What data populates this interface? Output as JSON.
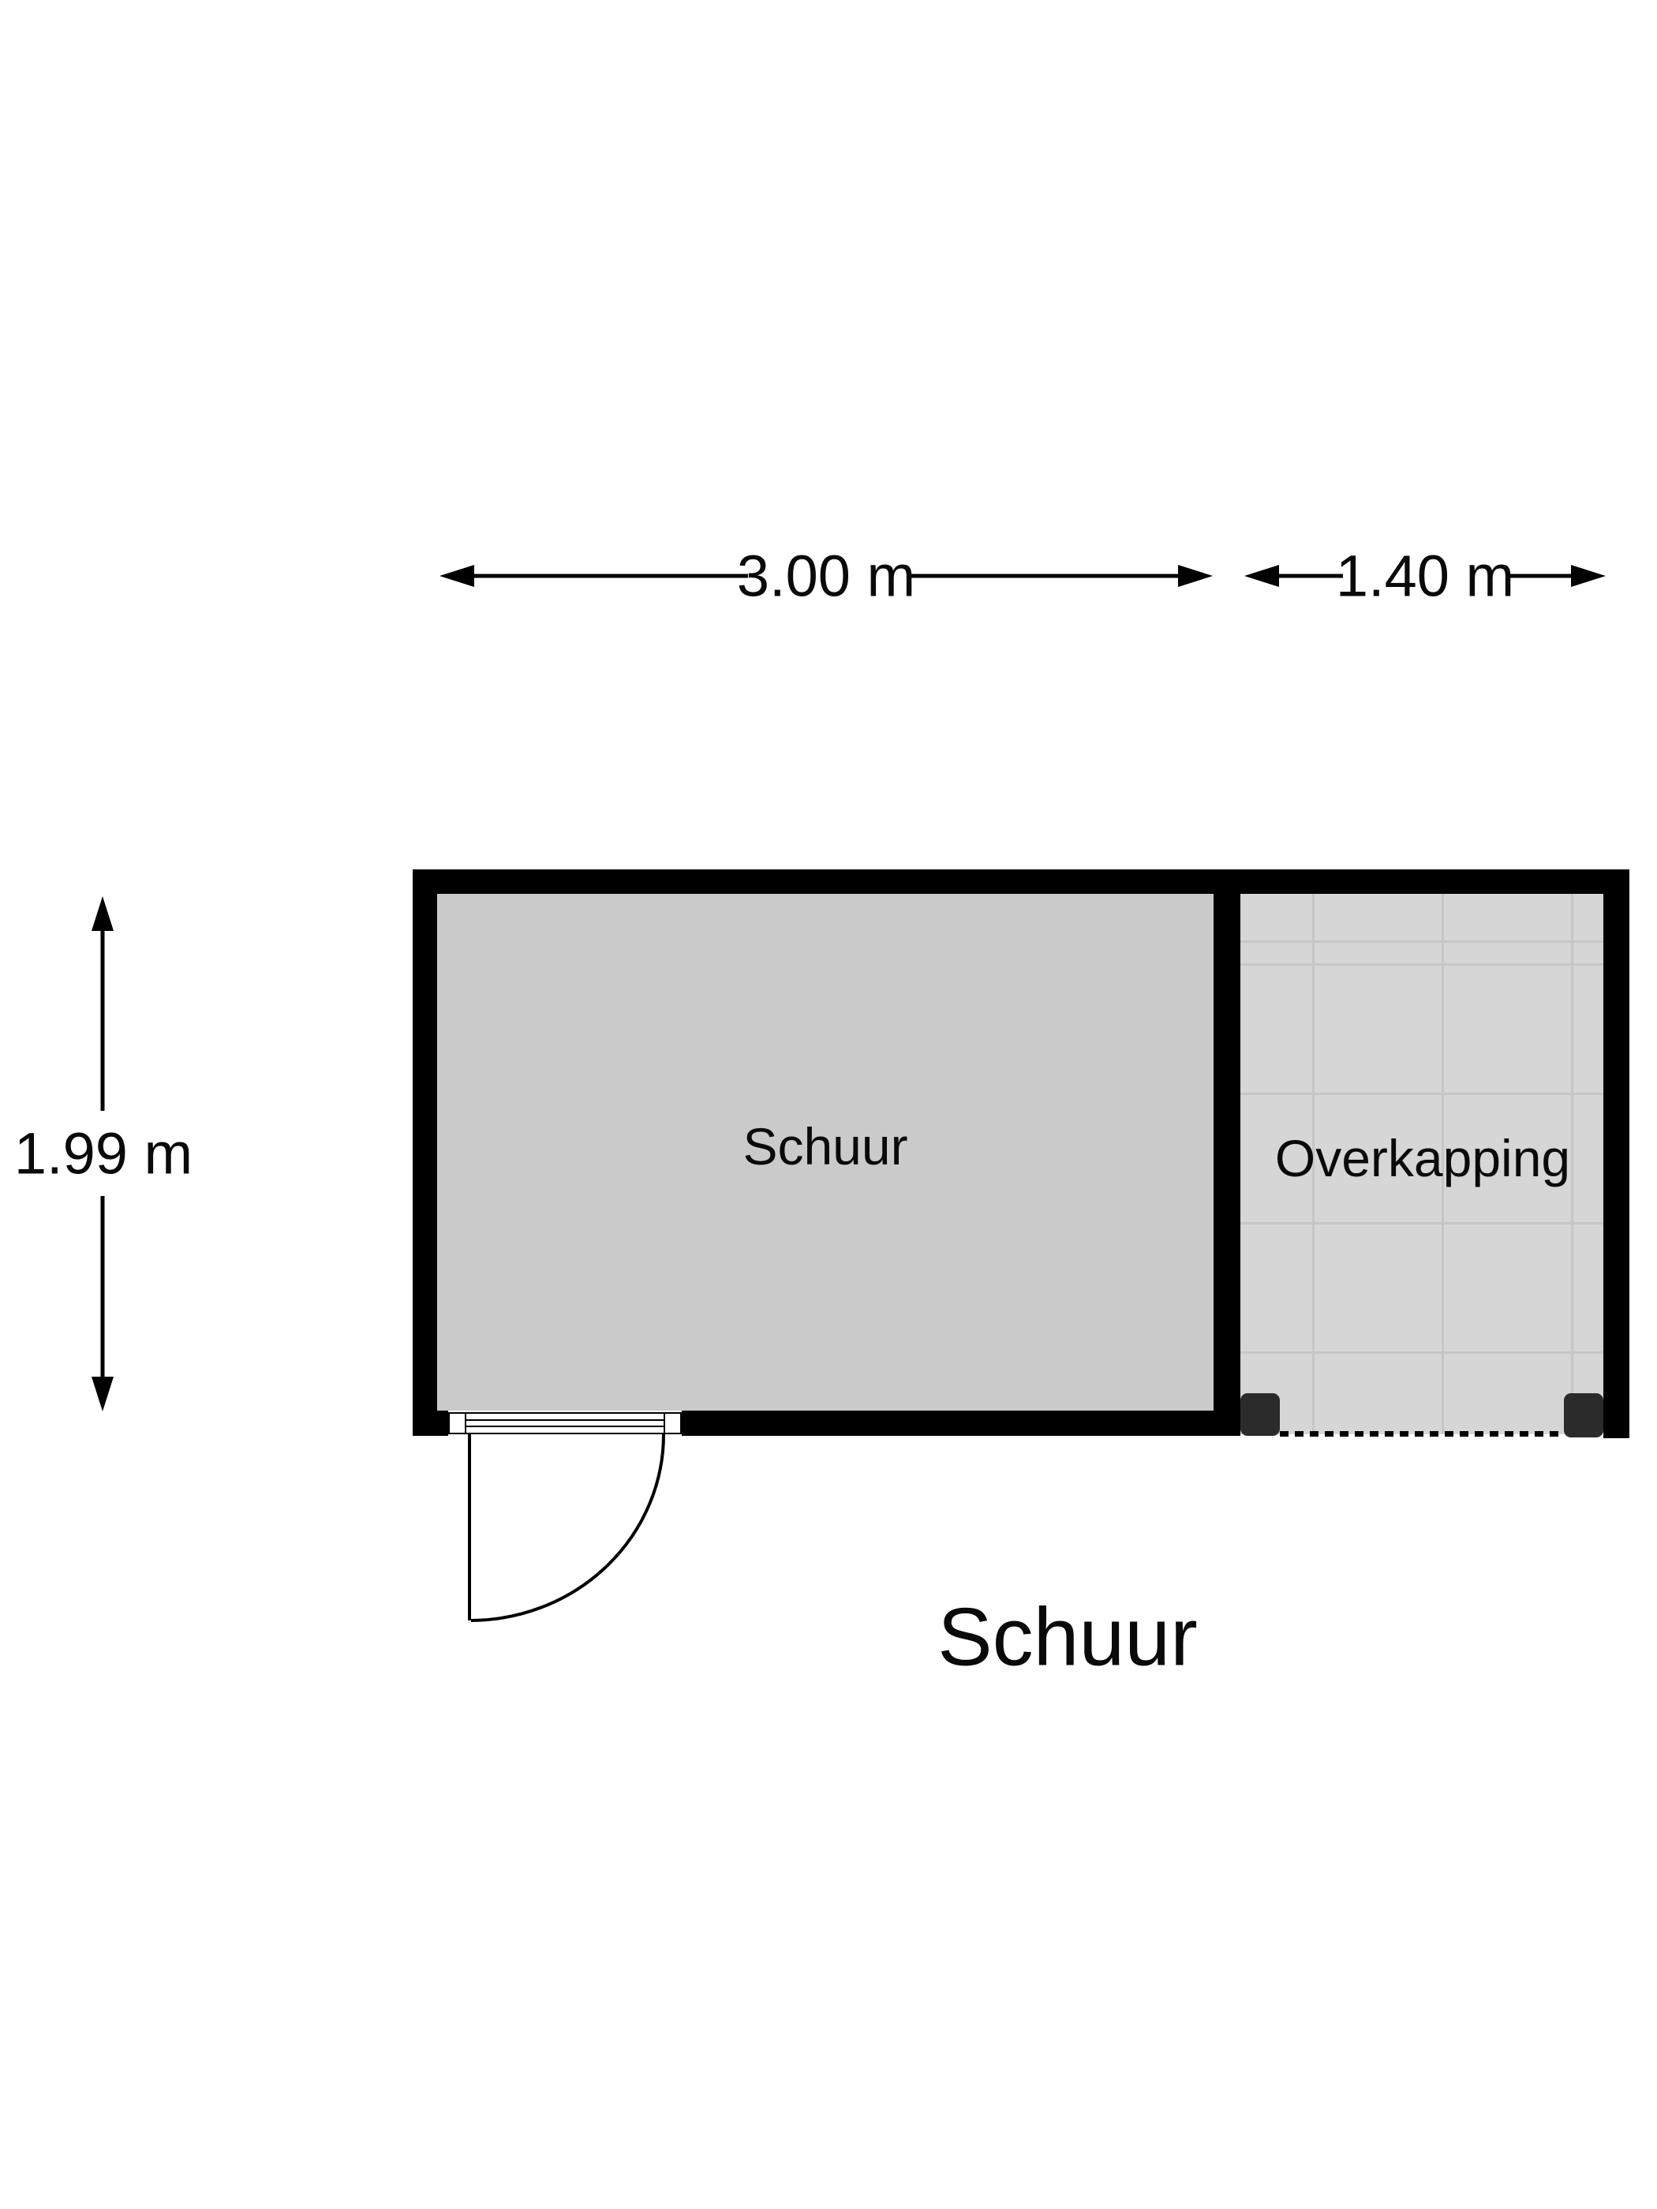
{
  "floorplan": {
    "title": "Schuur",
    "rooms": [
      {
        "label": "Schuur"
      },
      {
        "label": "Overkapping"
      }
    ],
    "dimensions": {
      "schuur_width": "3.00 m",
      "overkapping_width": "1.40 m",
      "schuur_depth": "1.99 m"
    },
    "colors": {
      "wall": "#000000",
      "schuur_floor": "#cacaca",
      "overkapping_floor": "#d6d6d6",
      "overkapping_grid": "#c6c6c6",
      "post": "#2b2b2b",
      "background": "#ffffff",
      "text": "#0a0a0a"
    }
  }
}
